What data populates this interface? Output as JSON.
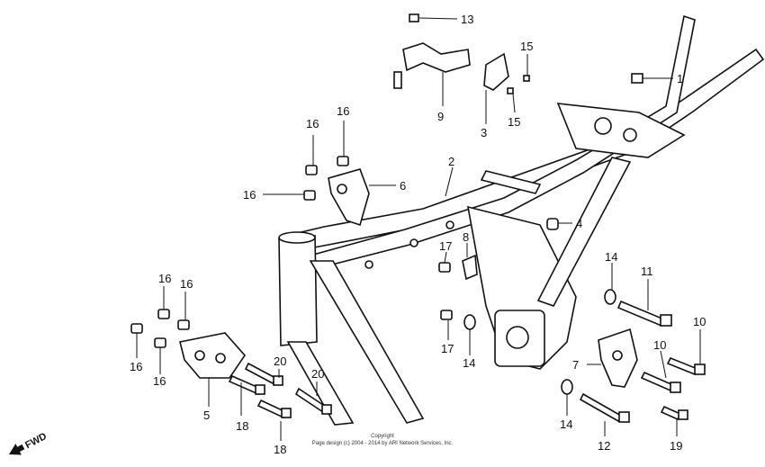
{
  "callouts": [
    "1",
    "2",
    "3",
    "4",
    "5",
    "6",
    "7",
    "8",
    "9",
    "10",
    "10",
    "11",
    "12",
    "13",
    "14",
    "14",
    "14",
    "15",
    "15",
    "16",
    "16",
    "16",
    "16",
    "16",
    "16",
    "16",
    "17",
    "17",
    "18",
    "18",
    "19",
    "20",
    "20"
  ],
  "copyright": {
    "line1": "Copyright",
    "line2": "Page design (c) 2004 - 2014 by ARI Network Services, Inc."
  },
  "fwd_label": "FWD"
}
